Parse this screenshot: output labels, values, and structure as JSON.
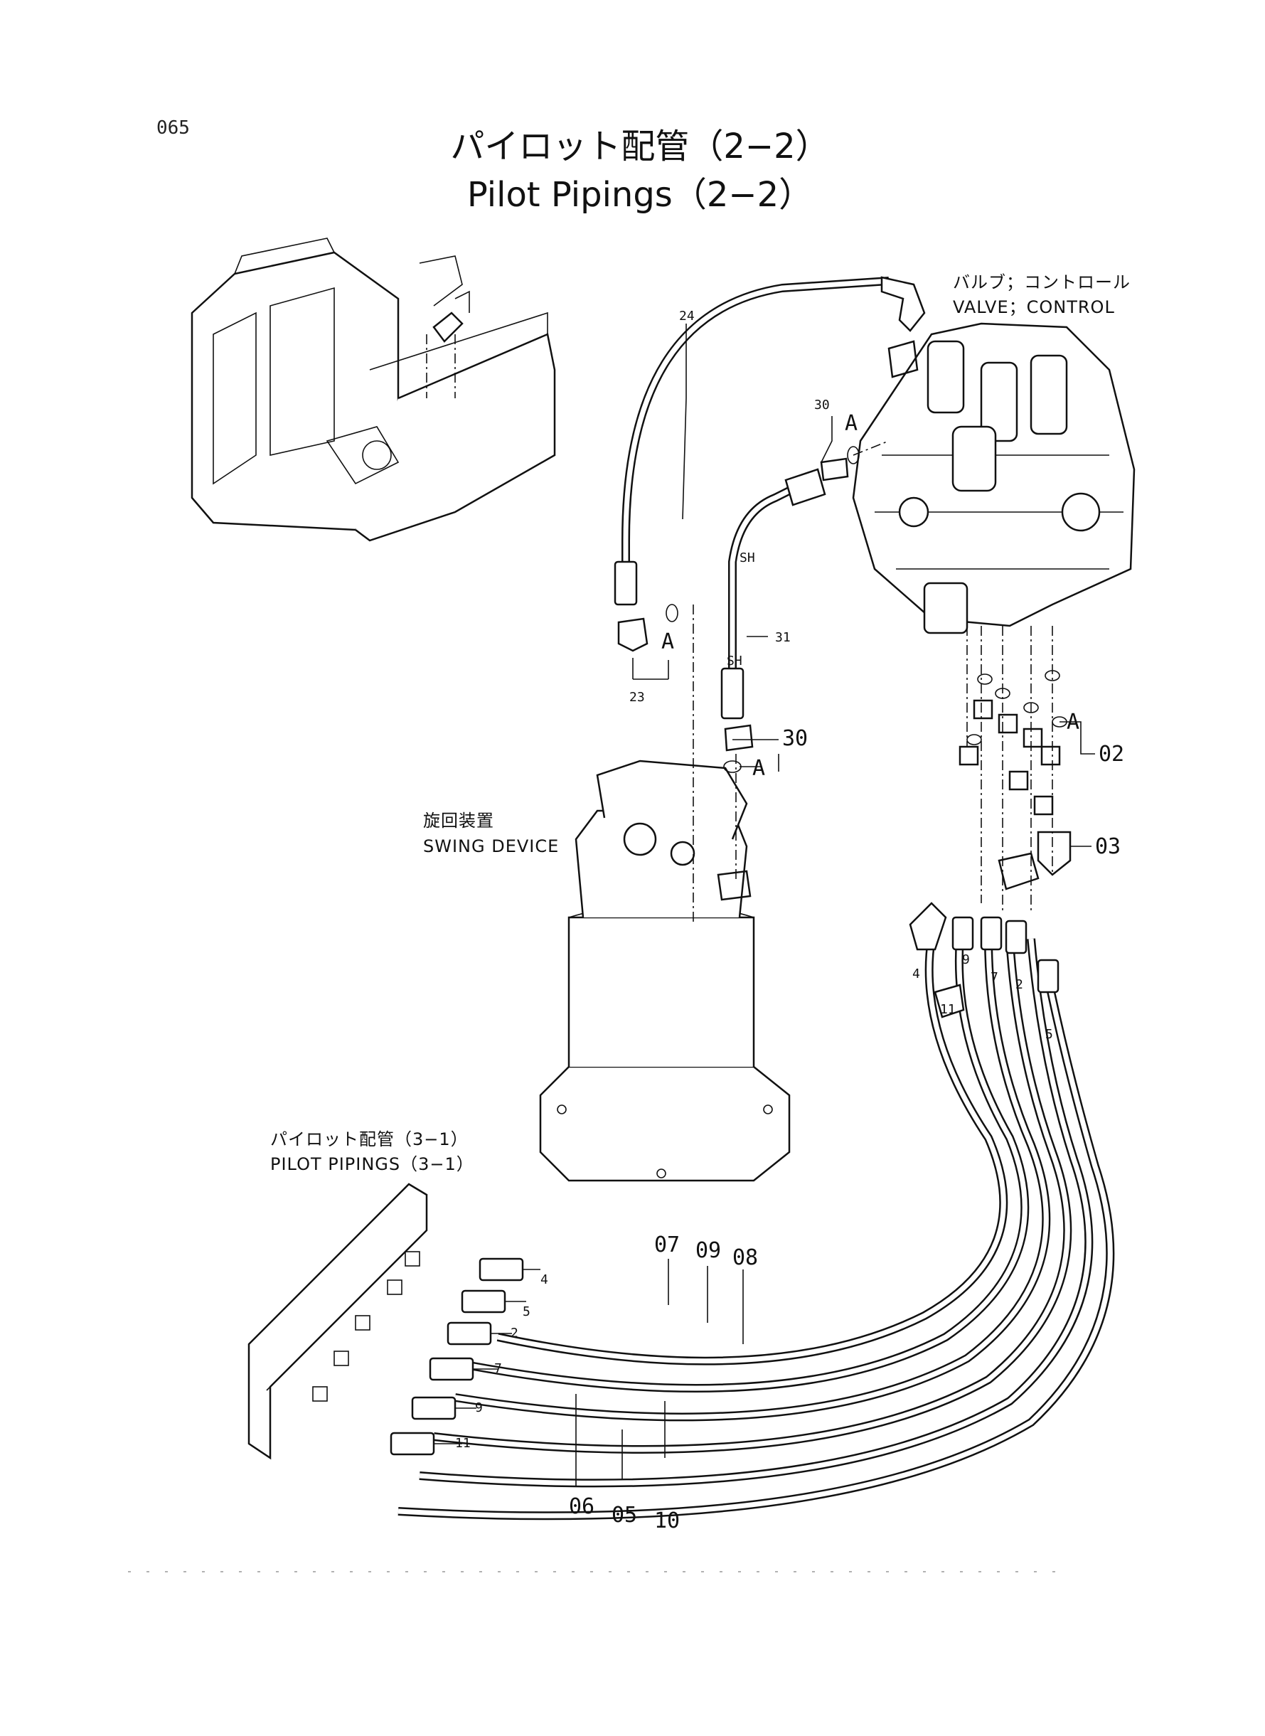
{
  "page_number": "065",
  "title_jp": "パイロット配管（2−2）",
  "title_en": "Pilot Pipings（2−2）",
  "labels": {
    "valve_jp": "バルブ；コントロール",
    "valve_en": "VALVE；CONTROL",
    "swing_jp": "旋回装置",
    "swing_en": "SWING DEVICE",
    "pilot31_jp": "パイロット配管（3−1）",
    "pilot31_en": "PILOT PIPINGS（3−1）"
  },
  "callouts": {
    "c24": "24",
    "c30a": "30",
    "c30b": "30",
    "c31": "31",
    "c23": "23",
    "c02": "02",
    "c03": "03",
    "c07": "07",
    "c09": "09",
    "c08": "08",
    "c06": "06",
    "c05": "05",
    "c10": "10",
    "a1": "A",
    "a2": "A",
    "a3": "A",
    "a4": "A",
    "sh1": "SH",
    "sh2": "SH"
  },
  "hose_tags": {
    "h4": "4",
    "h5": "5",
    "h2": "2",
    "h7": "7",
    "h9": "9",
    "h11": "11",
    "v4": "4",
    "v9": "9",
    "v7": "7",
    "v2": "2",
    "v5": "5",
    "v11": "11"
  }
}
